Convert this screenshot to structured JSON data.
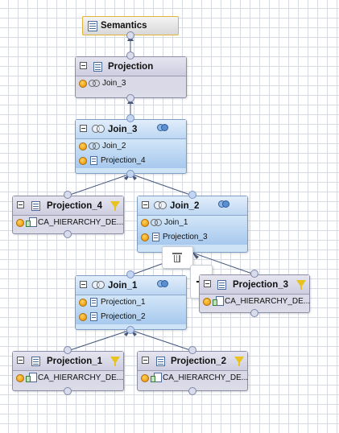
{
  "semantics": {
    "label": "Semantics"
  },
  "nodes": {
    "projection_top": {
      "title": "Projection",
      "inputs": [
        "Join_3"
      ]
    },
    "join_3": {
      "title": "Join_3",
      "inputs": [
        "Join_2",
        "Projection_4"
      ]
    },
    "projection_4": {
      "title": "Projection_4",
      "inputs": [
        "CA_HIERARCHY_DE..."
      ]
    },
    "join_2": {
      "title": "Join_2",
      "inputs": [
        "Join_1",
        "Projection_3"
      ]
    },
    "projection_3": {
      "title": "Projection_3",
      "inputs": [
        "CA_HIERARCHY_DE..."
      ]
    },
    "join_1": {
      "title": "Join_1",
      "inputs": [
        "Projection_1",
        "Projection_2"
      ]
    },
    "projection_1": {
      "title": "Projection_1",
      "inputs": [
        "CA_HIERARCHY_DE..."
      ]
    },
    "projection_2": {
      "title": "Projection_2",
      "inputs": [
        "CA_HIERARCHY_DE..."
      ]
    }
  },
  "icons": {
    "semantics": "semantics-icon",
    "projection": "table-icon",
    "join": "join-icon",
    "view": "venn-icon",
    "filter": "filter-icon",
    "input": "input-dot-icon",
    "catalog": "catalog-table-icon",
    "delete": "trash-icon",
    "connect": "arrow-icon"
  },
  "colors": {
    "purple_node": "#dcdbe8",
    "blue_node": "#cfe3f6",
    "edge": "#44557a",
    "selection_border": "#e3b23c"
  }
}
